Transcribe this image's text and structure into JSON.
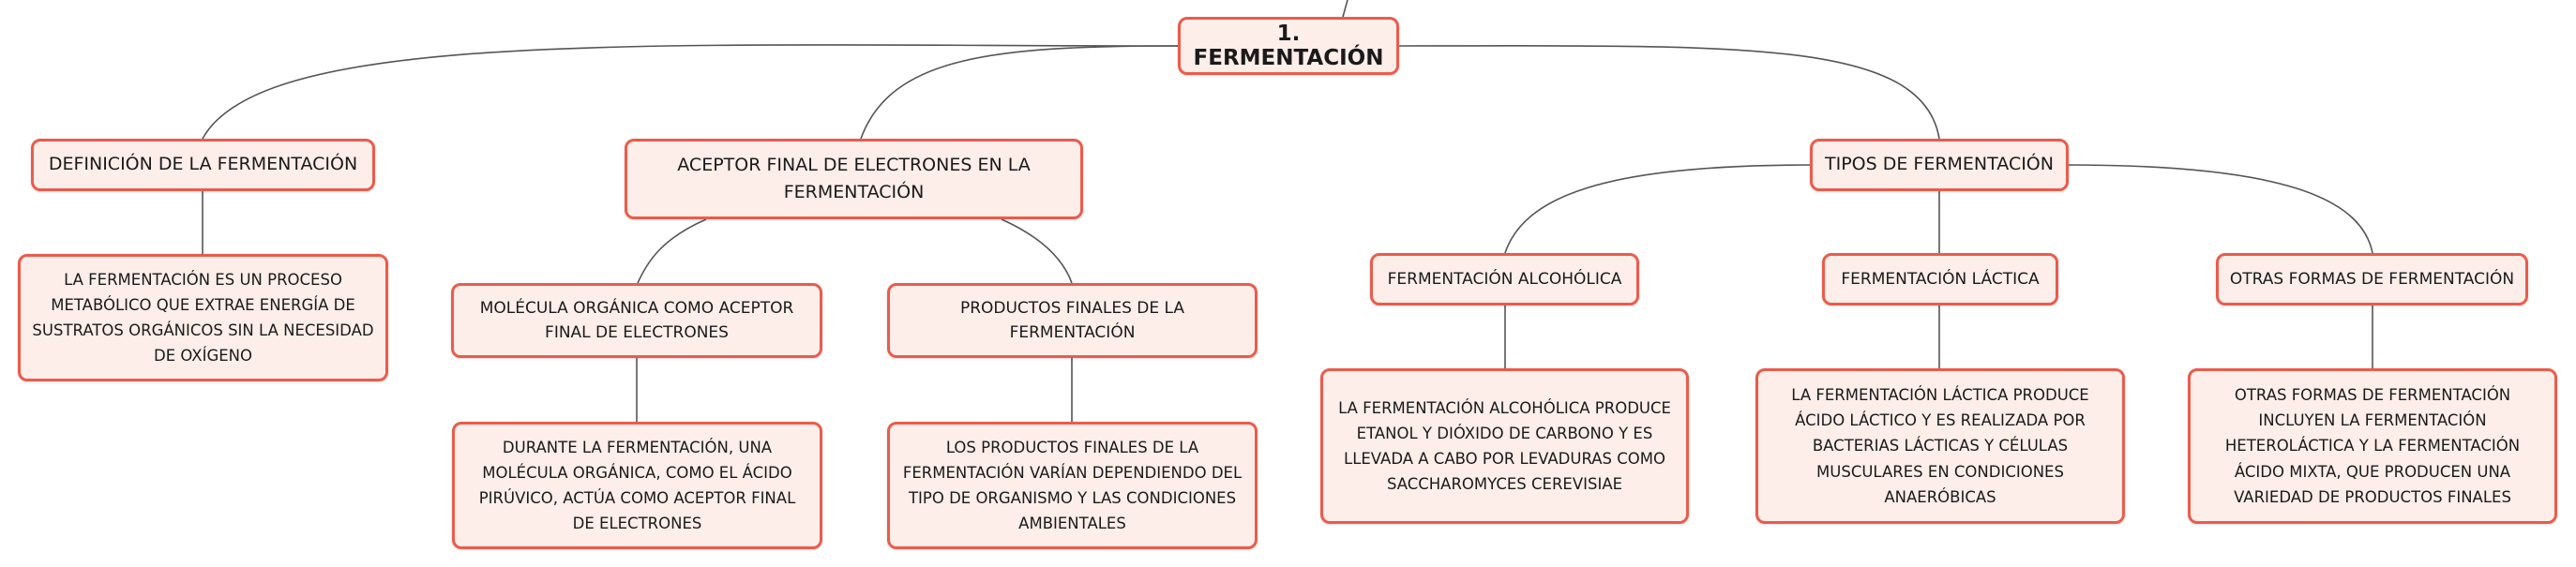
{
  "root": {
    "label": "1. FERMENTACIÓN"
  },
  "definicion": {
    "label": "DEFINICIÓN DE LA FERMENTACIÓN",
    "text": "LA FERMENTACIÓN ES UN PROCESO METABÓLICO QUE EXTRAE ENERGÍA DE SUSTRATOS ORGÁNICOS SIN LA NECESIDAD DE OXÍGENO"
  },
  "aceptor": {
    "label": "ACEPTOR FINAL DE ELECTRONES EN LA FERMENTACIÓN",
    "molecula": {
      "label": "MOLÉCULA ORGÁNICA COMO ACEPTOR FINAL DE ELECTRONES",
      "text": "DURANTE LA FERMENTACIÓN, UNA MOLÉCULA ORGÁNICA, COMO EL ÁCIDO PIRÚVICO, ACTÚA COMO ACEPTOR FINAL DE ELECTRONES"
    },
    "productos": {
      "label": "PRODUCTOS FINALES DE LA FERMENTACIÓN",
      "text": "LOS PRODUCTOS FINALES DE LA FERMENTACIÓN VARÍAN DEPENDIENDO DEL TIPO DE ORGANISMO Y LAS CONDICIONES AMBIENTALES"
    }
  },
  "tipos": {
    "label": "TIPOS DE FERMENTACIÓN",
    "alcoholica": {
      "label": "FERMENTACIÓN ALCOHÓLICA",
      "text": "LA FERMENTACIÓN ALCOHÓLICA PRODUCE ETANOL Y DIÓXIDO DE CARBONO Y ES LLEVADA A CABO POR LEVADURAS COMO SACCHAROMYCES CEREVISIAE"
    },
    "lactica": {
      "label": "FERMENTACIÓN LÁCTICA",
      "text": "LA FERMENTACIÓN LÁCTICA PRODUCE ÁCIDO LÁCTICO Y ES REALIZADA POR BACTERIAS LÁCTICAS Y CÉLULAS MUSCULARES EN CONDICIONES ANAERÓBICAS"
    },
    "otras": {
      "label": "OTRAS FORMAS DE FERMENTACIÓN",
      "text": "OTRAS FORMAS DE FERMENTACIÓN INCLUYEN LA FERMENTACIÓN HETEROLÁCTICA Y LA FERMENTACIÓN ÁCIDO MIXTA, QUE PRODUCEN UNA VARIEDAD DE PRODUCTOS FINALES"
    }
  },
  "colors": {
    "node_border": "#ec5b4b",
    "node_fill": "#fdeee9",
    "connector": "#555555"
  }
}
